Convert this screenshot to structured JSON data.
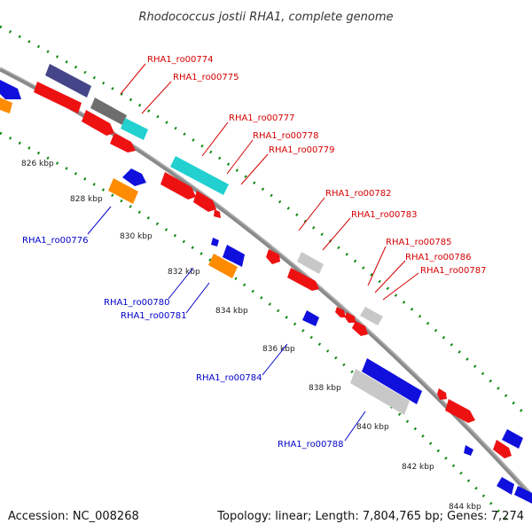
{
  "title": "Rhodococcus jostii RHA1, complete genome",
  "accession": "Accession: NC_008268",
  "topology": "Topology: linear; Length: 7,804,765 bp; Genes: 7,274",
  "colors": {
    "forward_label": "#d40000",
    "reverse_label": "#0000c8",
    "red": "#ee1111",
    "blue": "#1010dd",
    "cyan": "#22d0d0",
    "orange": "#ff8c00",
    "purple": "#45458a",
    "dark_gray": "#6e6e6e",
    "light_gray": "#c8c8c8",
    "backbone": "#8a8a8a",
    "dots": "#118811"
  },
  "ticks": [
    "826 kbp",
    "828 kbp",
    "830 kbp",
    "832 kbp",
    "834 kbp",
    "836 kbp",
    "838 kbp",
    "840 kbp",
    "842 kbp",
    "844 kbp"
  ],
  "forward_labels": [
    "RHA1_ro00774",
    "RHA1_ro00775",
    "RHA1_ro00777",
    "RHA1_ro00778",
    "RHA1_ro00779",
    "RHA1_ro00782",
    "RHA1_ro00783",
    "RHA1_ro00785",
    "RHA1_ro00786",
    "RHA1_ro00787"
  ],
  "reverse_labels": [
    "RHA1_ro00776",
    "RHA1_ro00780",
    "RHA1_ro00781",
    "RHA1_ro00784",
    "RHA1_ro00788"
  ]
}
